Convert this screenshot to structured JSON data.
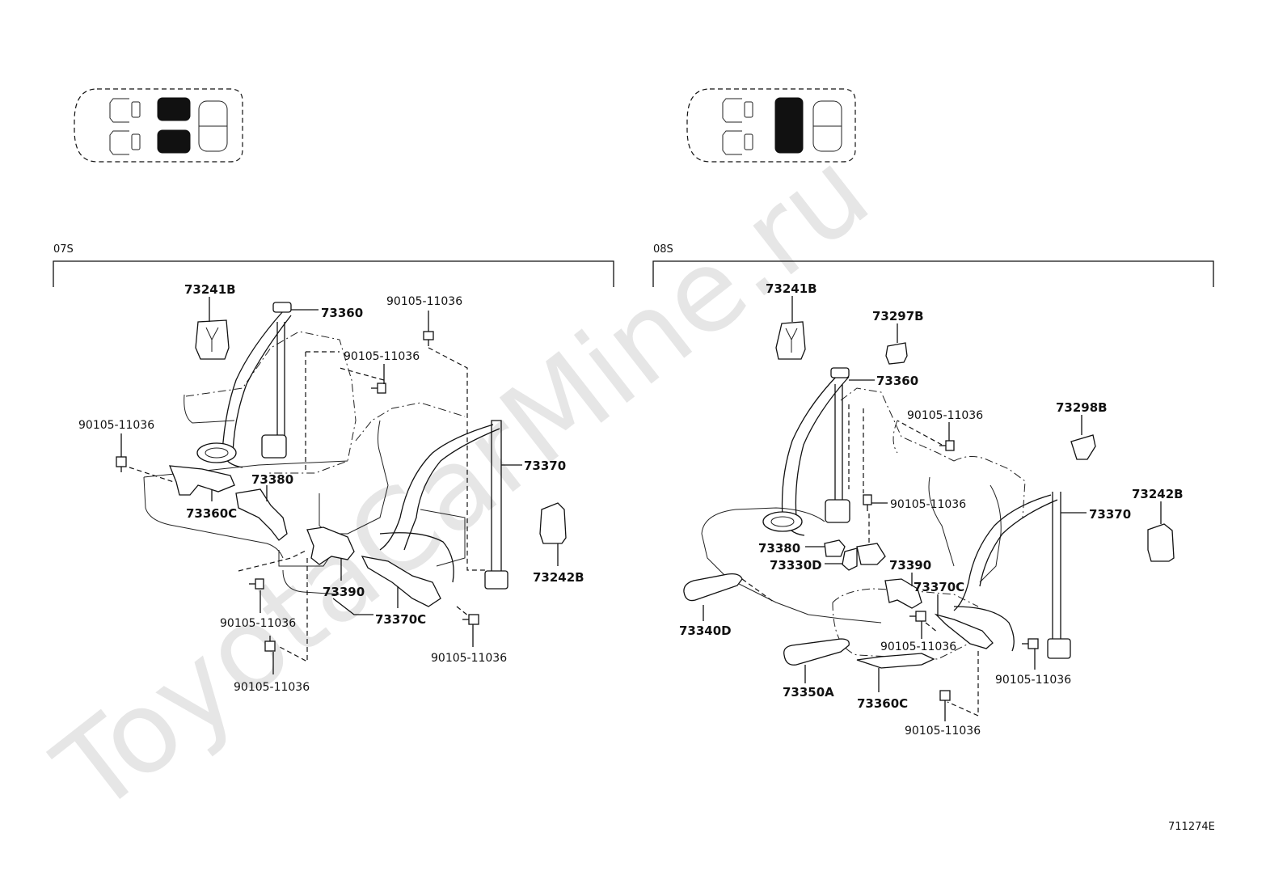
{
  "watermark": "ToyotaCarMine.ru",
  "reference_code": "711274E",
  "sections": [
    {
      "code": "07S",
      "labels": {
        "belt_buckle_cover": "73241B",
        "shoulder_belt": "73360",
        "bolt_top": "90105-11036",
        "bolt_center": "90105-11036",
        "bolt_left": "90105-11036",
        "outer_belt_right": "73370",
        "buckle_center": "73380",
        "buckle_left": "73360C",
        "cover_right": "73242B",
        "buckle_lower": "73390",
        "bolt_lower_left": "90105-11036",
        "buckle_right": "73370C",
        "bolt_lower_right": "90105-11036",
        "bolt_bottom": "90105-11036"
      }
    },
    {
      "code": "08S",
      "labels": {
        "belt_buckle_cover": "73241B",
        "clip_a": "73297B",
        "shoulder_belt": "73360",
        "bolt_upper": "90105-11036",
        "clip_b": "73298B",
        "bolt_center": "90105-11036",
        "cover_right": "73242B",
        "outer_belt_right": "73370",
        "buckle_a": "73380",
        "buckle_b": "73330D",
        "buckle_c": "73390",
        "buckle_right": "73370C",
        "strap_left": "73340D",
        "bolt_lower_center": "90105-11036",
        "bolt_lower_right": "90105-11036",
        "strap_center": "73350A",
        "strap_right": "73360C",
        "bolt_bottom": "90105-11036"
      }
    }
  ]
}
